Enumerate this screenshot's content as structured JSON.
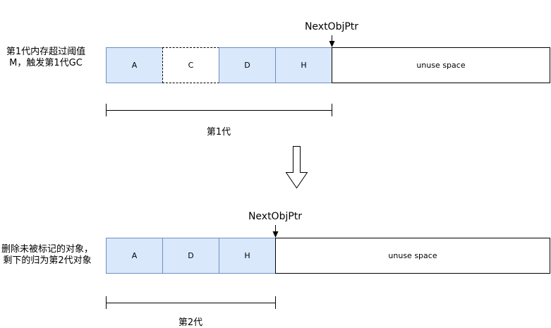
{
  "gen1": {
    "note": "第1代内存超过阈值M，触发第1代GC",
    "pointer_label": "NextObjPtr",
    "blocks": [
      "A",
      "C",
      "D",
      "H"
    ],
    "free_label": "unuse space",
    "span_label": "第1代"
  },
  "gen2": {
    "note": "删除未被标记的对象，剩下的归为第2代对象",
    "pointer_label": "NextObjPtr",
    "blocks": [
      "A",
      "D",
      "H"
    ],
    "free_label": "unuse space",
    "span_label": "第2代"
  },
  "colors": {
    "used_fill": "#dae8fc",
    "used_border": "#6c8ebf",
    "line": "#000000"
  }
}
